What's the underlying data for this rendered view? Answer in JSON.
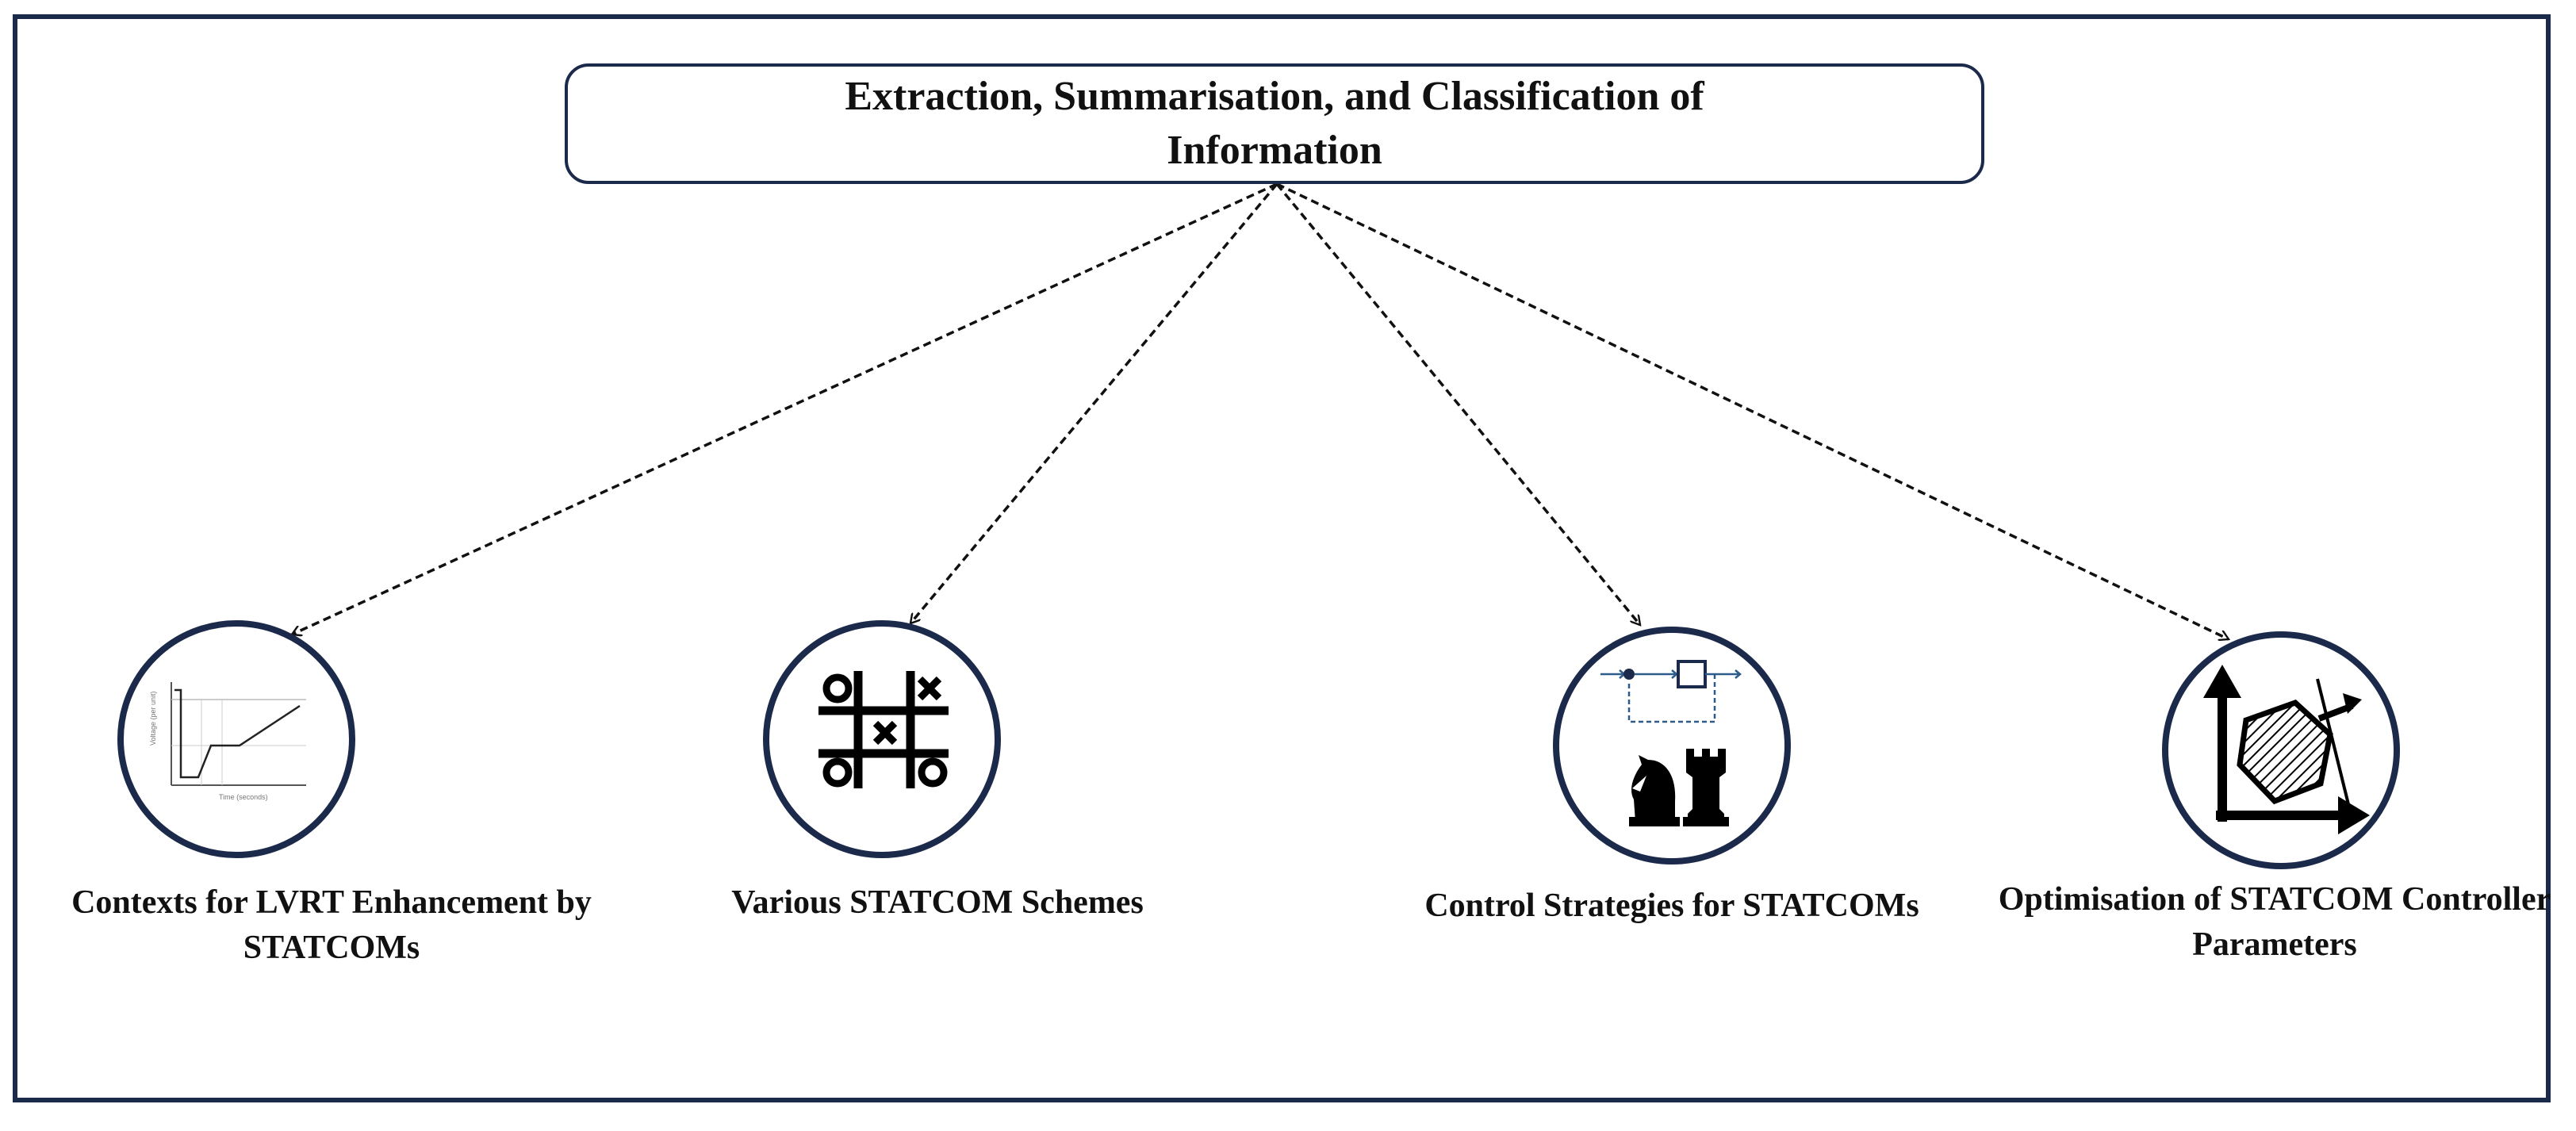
{
  "root": {
    "title": "Extraction, Summarisation, and Classification of Information"
  },
  "nodes": [
    {
      "label": "Contexts for LVRT Enhancement by STATCOMs",
      "icon": "voltage-profile-chart-icon"
    },
    {
      "label": "Various STATCOM Schemes",
      "icon": "tic-tac-toe-icon"
    },
    {
      "label": "Control Strategies for STATCOMs",
      "icon": "control-block-chess-icon"
    },
    {
      "label": "Optimisation of STATCOM Controller Parameters",
      "icon": "feasible-region-optimisation-icon"
    }
  ],
  "colors": {
    "border": "#1b2a4a",
    "accent": "#2e5c8a",
    "text": "#111111"
  }
}
